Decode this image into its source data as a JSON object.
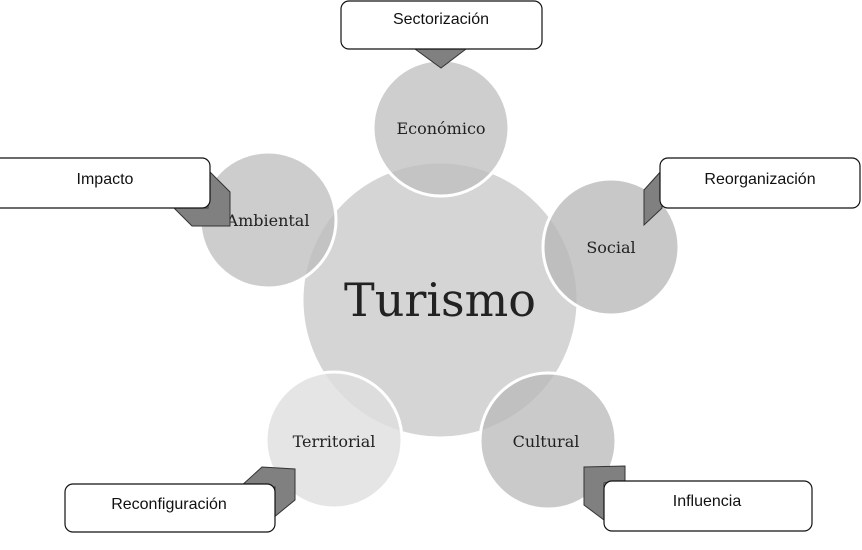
{
  "center": {
    "label": "Turismo"
  },
  "dimensions": [
    {
      "label": "Económico",
      "note": "Sectorización"
    },
    {
      "label": "Social",
      "note": "Reorganización"
    },
    {
      "label": "Cultural",
      "note": "Influencia"
    },
    {
      "label": "Territorial",
      "note": "Reconfiguración"
    },
    {
      "label": "Ambiental",
      "note": "Impacto"
    }
  ],
  "colors": {
    "arrow": "#808080",
    "center": "#d4d4d4",
    "circle": "#c9c9c9"
  }
}
